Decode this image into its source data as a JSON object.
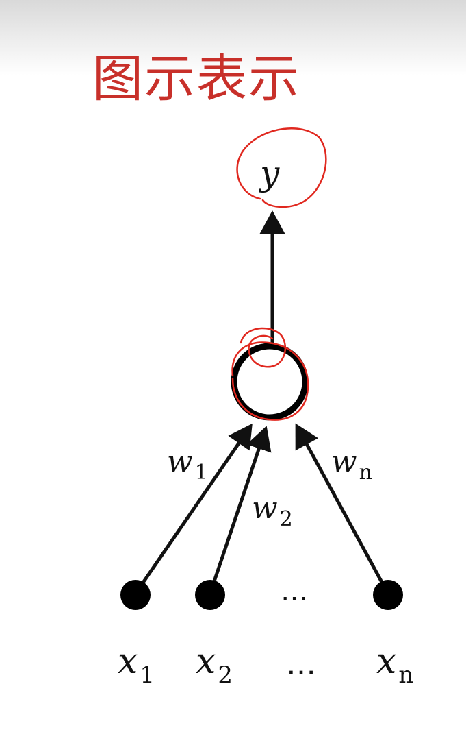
{
  "title": "图示表示",
  "colors": {
    "title": "#c8302a",
    "annotation": "#e0281f",
    "ink": "#111111"
  },
  "output": {
    "symbol": "y"
  },
  "weights": [
    {
      "symbol": "w",
      "sub": "1"
    },
    {
      "symbol": "w",
      "sub": "2"
    },
    {
      "symbol": "w",
      "sub": "n"
    }
  ],
  "inputs": [
    {
      "symbol": "x",
      "sub": "1"
    },
    {
      "symbol": "x",
      "sub": "2"
    },
    {
      "symbol": "x",
      "sub": "n"
    }
  ],
  "ellipsis": "…"
}
